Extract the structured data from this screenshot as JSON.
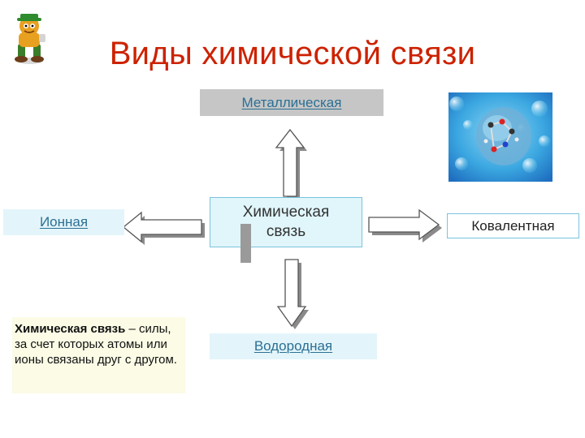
{
  "title": "Виды химической связи",
  "center": {
    "line1": "Химическая",
    "line2": "связь"
  },
  "types": {
    "metallic": "Металлическая",
    "ionic": "Ионная",
    "covalent": "Ковалентная",
    "hydrogen": "Водородная"
  },
  "definition": {
    "term": "Химическая связь",
    "text": " – силы, за счет которых атомы или ионы связаны друг с другом."
  },
  "colors": {
    "title": "#cc2200",
    "link": "#2b6f94",
    "box_fill": "#e3f5fa",
    "box_border": "#7cc3dc",
    "arrow_fill": "#ffffff",
    "arrow_shadow": "#8a8a8a"
  },
  "icons": [
    "cartoon-mascot-icon",
    "molecule-photo"
  ]
}
